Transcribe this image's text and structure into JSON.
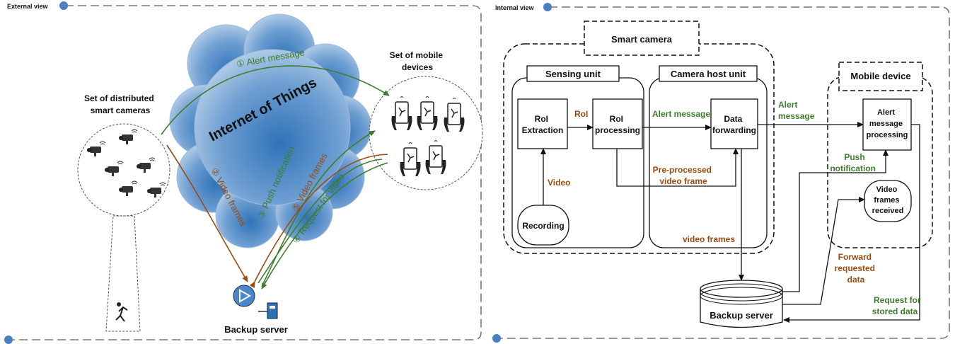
{
  "colors": {
    "green": "#3f7d2e",
    "brown": "#9c4a12",
    "cloud": "#7ea7d6",
    "panel_dot": "#4a7fc1"
  },
  "external": {
    "panel_label": "External view",
    "cameras_title": [
      "Set of distributed",
      "smart cameras"
    ],
    "mobile_title": [
      "Set of mobile",
      "devices"
    ],
    "cloud_label": "Internet of Things",
    "backup_label": "Backup server",
    "flows": {
      "alert": "① Alert message",
      "video": "② Video frames",
      "push": "③ Push notification",
      "request": "④ Request for video",
      "video5": "⑤ Video frames"
    }
  },
  "internal": {
    "panel_label": "Internal view",
    "smart_camera": "Smart camera",
    "sensing_unit": "Sensing unit",
    "camera_host_unit": "Camera host unit",
    "mobile_device": "Mobile device",
    "roi_extraction": [
      "RoI",
      "Extraction"
    ],
    "roi_processing": [
      "RoI",
      "processing"
    ],
    "data_forwarding": [
      "Data",
      "forwarding"
    ],
    "alert_processing": [
      "Alert",
      "message",
      "processing"
    ],
    "recording": "Recording",
    "video_received": [
      "Video",
      "frames",
      "received"
    ],
    "backup_server": "Backup server",
    "labels": {
      "roi": "RoI",
      "video": "Video",
      "alert_message": "Alert message",
      "alert_message2": [
        "Alert",
        "message"
      ],
      "preprocessed": [
        "Pre-processed",
        "video frame"
      ],
      "video_frames": "video frames",
      "push": [
        "Push",
        "notification"
      ],
      "forward": [
        "Forward",
        "requested",
        "data"
      ],
      "request": [
        "Request for",
        "stored data"
      ]
    }
  }
}
